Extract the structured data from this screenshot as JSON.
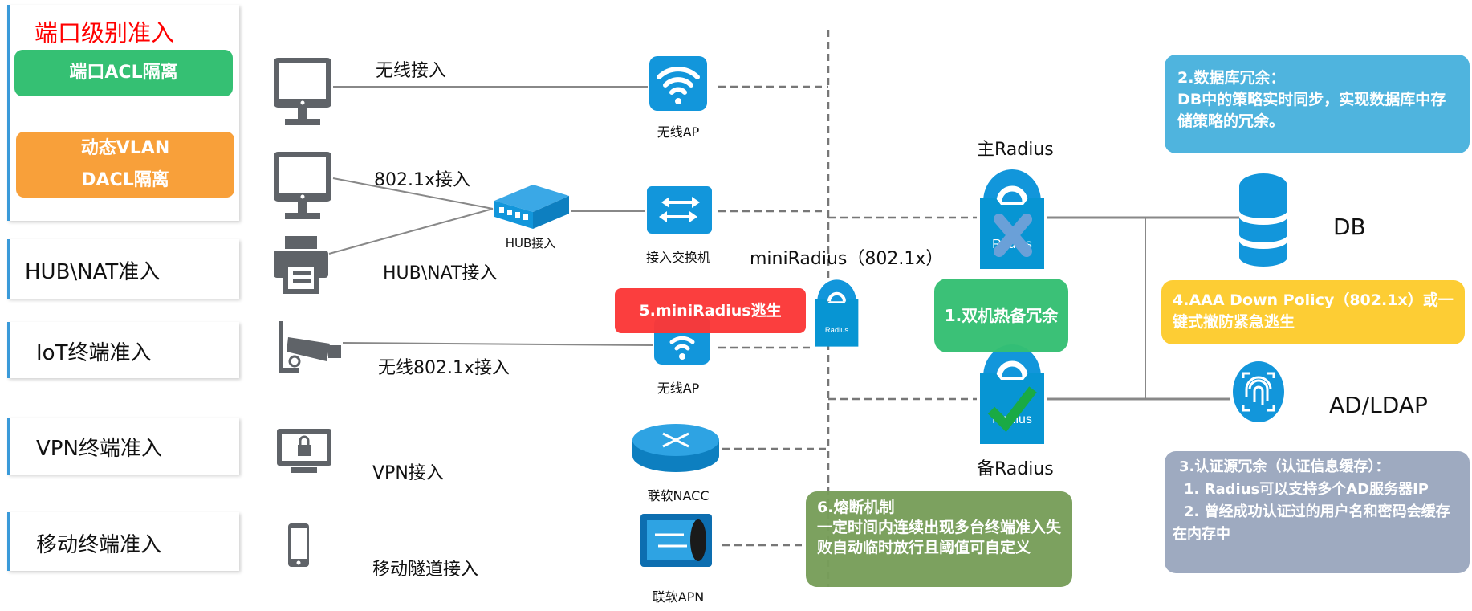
{
  "left_panel": {
    "port_level": {
      "title": "端口级别准入",
      "acl": "端口ACL隔离",
      "dynamic_vlan": "动态VLAN",
      "dacl": "DACL隔离"
    },
    "hub_nat": "HUB\\NAT准入",
    "iot": "IoT终端准入",
    "vpn": "VPN终端准入",
    "mobile": "移动终端准入"
  },
  "links": {
    "wireless": "无线接入",
    "dot1x": "802.1x接入",
    "hub_nat": "HUB\\NAT接入",
    "wireless_dot1x": "无线802.1x接入",
    "vpn": "VPN接入",
    "mobile_tunnel": "移动隧道接入"
  },
  "devices": {
    "ap1": "无线AP",
    "hub": "HUB接入",
    "switch": "接入交换机",
    "ap2": "无线AP",
    "nacc": "联软NACC",
    "apn": "联软APN",
    "mini_radius": "miniRadius（802.1x）",
    "primary_radius": "主Radius",
    "backup_radius": "备Radius",
    "radius_icon_text": "Radius",
    "db": "DB",
    "ad": "AD/LDAP"
  },
  "notes": {
    "hot_standby": "1.双机热备冗余",
    "db_redundancy": {
      "title": "2.数据库冗余：",
      "body": "DB中的策略实时同步，实现数据库中存储策略的冗余。"
    },
    "auth_redundancy": {
      "title": "3.认证源冗余（认证信息缓存）：",
      "line1": "1. Radius可以支持多个AD服务器IP",
      "line2": "2. 曾经成功认证过的用户名和密码会缓存在内存中"
    },
    "aaa_down": "4.AAA Down Policy（802.1x）或一键式撤防紧急逃生",
    "mini_escape": "5.miniRadius逃生",
    "fuse": {
      "title": "6.熔断机制",
      "body": "一定时间内连续出现多台终端准入失败自动临时放行且阈值可自定义"
    }
  },
  "colors": {
    "icon_blue": "#1296db",
    "green": "#35c073",
    "orange": "#f8a03a",
    "sky": "#4fb4de",
    "yellow": "#fdcd34",
    "slate": "#9eaac0",
    "olive": "#789e5a",
    "red": "#fb3838",
    "device_gray": "#5f6368"
  }
}
